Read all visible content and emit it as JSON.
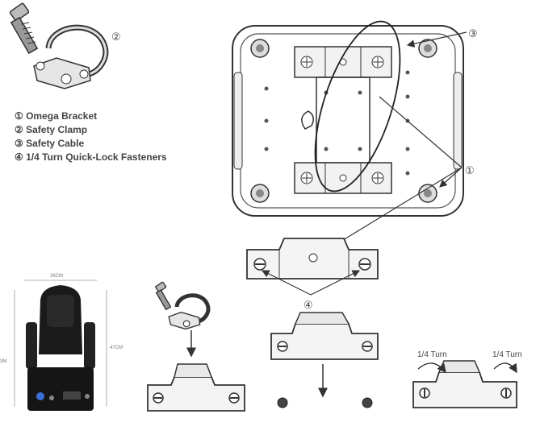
{
  "callouts": {
    "n1": "①",
    "n2": "②",
    "n3": "③",
    "n4": "④"
  },
  "legend": [
    "① Omega Bracket",
    "② Safety Clamp",
    "③ Safety Cable",
    "④ 1/4 Turn Quick-Lock Fasteners"
  ],
  "turn_labels": {
    "left": "1/4 Turn",
    "right": "1/4 Turn"
  },
  "photo_dims": {
    "width": "26CM",
    "height": "47CM",
    "side": "3M"
  }
}
